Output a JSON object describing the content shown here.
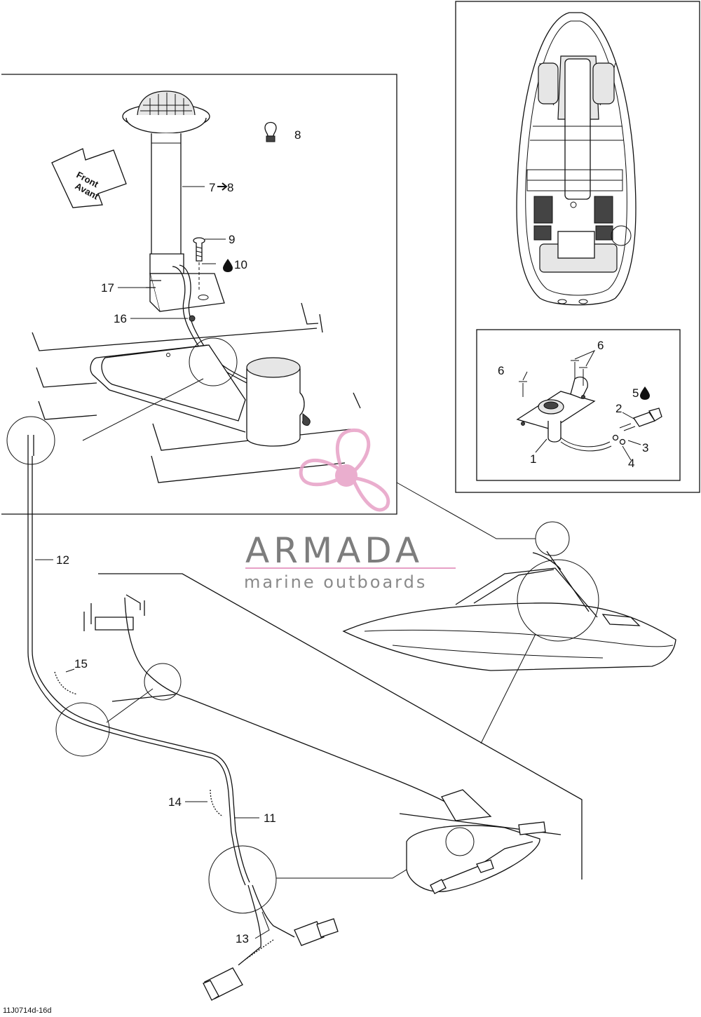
{
  "brand": {
    "name": "ARMADA",
    "tagline": "marine outboards",
    "logo_color": "#e7a0c6",
    "text_color": "#7d7d7d"
  },
  "direction_arrow": {
    "line1": "Front",
    "line2": "Avant"
  },
  "callouts": {
    "c1": "1",
    "c2": "2",
    "c3": "3",
    "c4": "4",
    "c5": "5",
    "c6a": "6",
    "c6b": "6",
    "c7": "7",
    "c7_ref": "8",
    "c8": "8",
    "c9": "9",
    "c10": "10",
    "c11": "11",
    "c12": "12",
    "c13": "13",
    "c14": "14",
    "c15": "15",
    "c16": "16",
    "c17": "17"
  },
  "reference_code": "11J0714d-16d",
  "icons": {
    "replace_arrow": "right-arrow-icon",
    "lubricant": "oil-drop-icon"
  }
}
